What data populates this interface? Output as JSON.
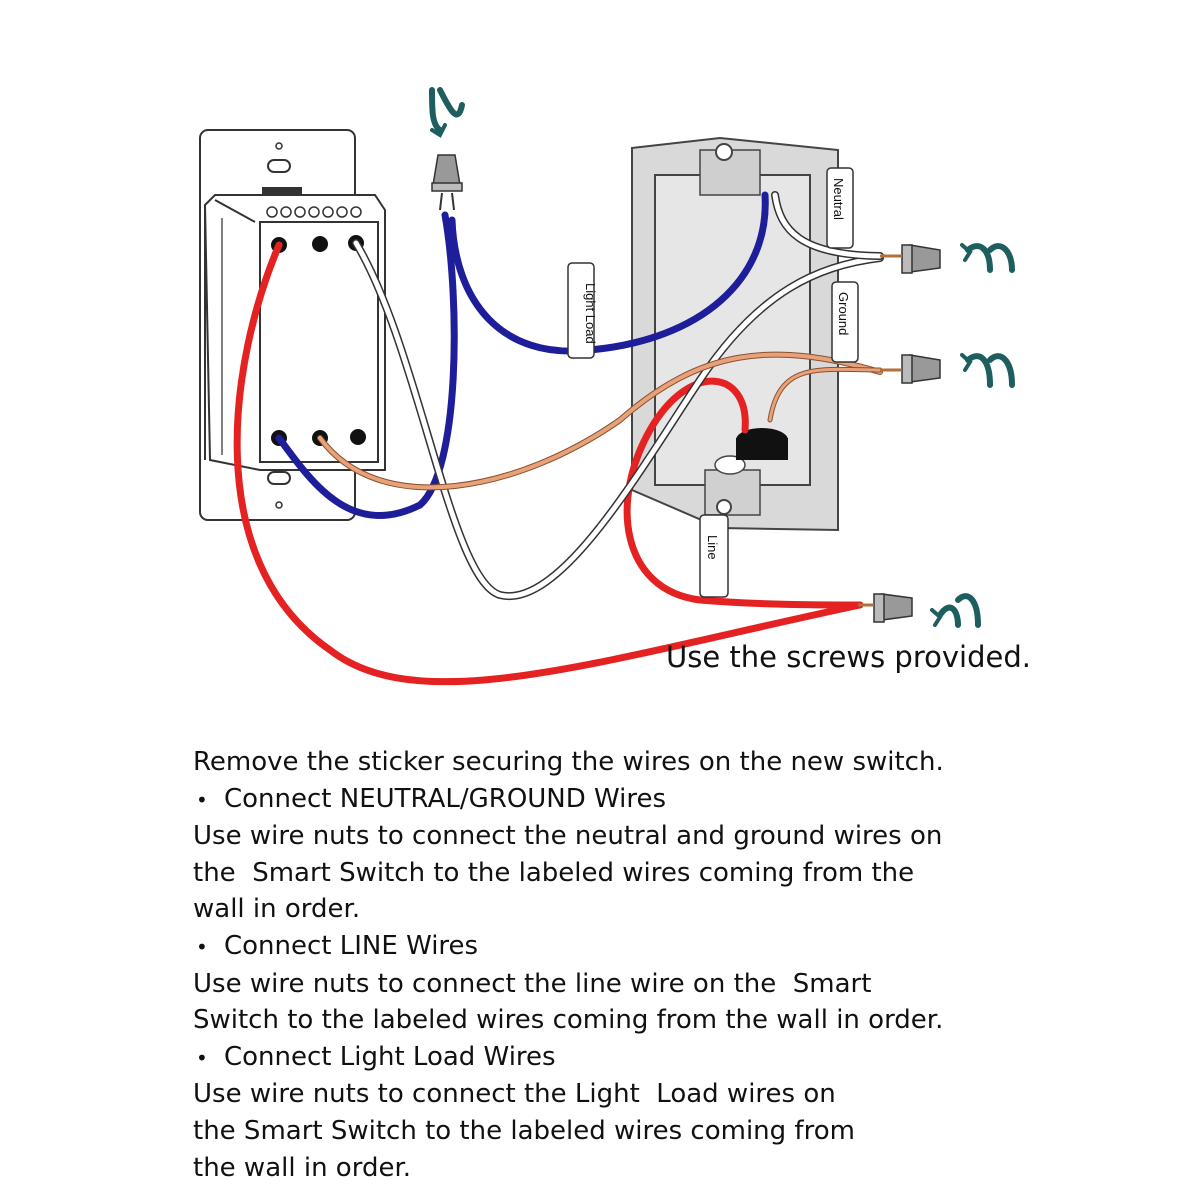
{
  "labels": {
    "light_load": "Light Load",
    "neutral": "Neutral",
    "ground": "Ground",
    "line": "Line"
  },
  "caption": "Use the screws provided.",
  "instructions": {
    "intro": "Remove the sticker securing the wires on the new switch.",
    "steps": [
      {
        "heading": "Connect NEUTRAL/GROUND Wires",
        "lines": [
          "Use wire nuts to connect the neutral and ground wires on",
          "the  Smart Switch to the labeled wires coming from the",
          "wall in order."
        ]
      },
      {
        "heading": "Connect LINE Wires",
        "lines": [
          "Use wire nuts to connect the line wire on the  Smart",
          "Switch to the labeled wires coming from the wall in order."
        ]
      },
      {
        "heading": "Connect Light Load Wires",
        "lines": [
          "Use wire nuts to connect the Light  Load wires on",
          "the Smart Switch to the labeled wires coming from",
          "the wall in order."
        ]
      }
    ]
  },
  "icons": [
    "twist-arrow-icon",
    "wire-nut-icon"
  ],
  "colors": {
    "line_wire": "#e52222",
    "load_wire": "#1e1e9a",
    "neutral_wire": "#ffffff",
    "ground_wire": "#e8a27a",
    "arrow": "#1f5e5e",
    "outline": "#333333"
  }
}
